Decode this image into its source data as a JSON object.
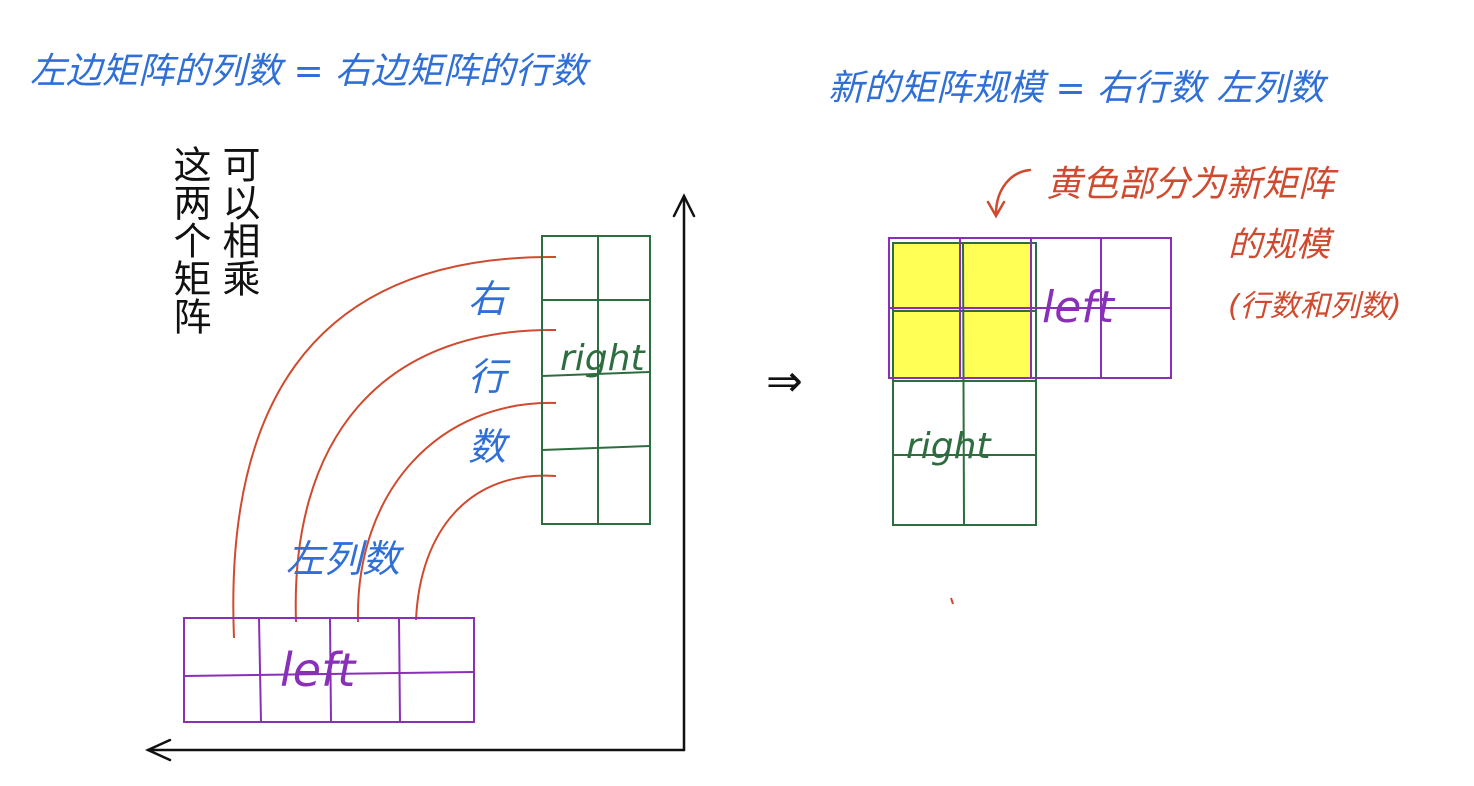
{
  "colors": {
    "blue": "#2f6fd6",
    "red": "#cf4a2e",
    "black": "#111111",
    "purple": "#8a2fb8",
    "green": "#2e6d3f",
    "yellow": "#ffff55"
  },
  "notes": {
    "rule_left": "左边矩阵的列数 = 右边矩阵的行数",
    "rule_right": "新的矩阵规模 = 右行数 左列数",
    "condition_col1": "这两个矩阵",
    "condition_col2": "可以相乘",
    "right_rows_label": [
      "右",
      "行",
      "数"
    ],
    "left_cols_label": "左列数",
    "implies": "⇒",
    "yellow_note_line1": "黄色部分为新矩阵",
    "yellow_note_line2": "的规模",
    "yellow_note_line3": "(行数和列数)"
  },
  "matrices": {
    "left_label": "left",
    "right_label": "right",
    "left_rows": 2,
    "left_cols": 4,
    "right_rows": 4,
    "right_cols": 2,
    "result_rows": 2,
    "result_cols": 2
  }
}
